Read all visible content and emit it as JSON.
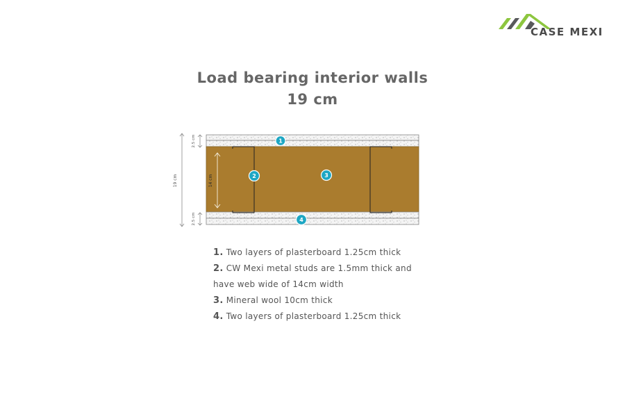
{
  "brand": {
    "name": "CASE MEXI",
    "colors": {
      "green": "#8dc63f",
      "grey": "#58595b"
    }
  },
  "title": {
    "line1": "Load bearing interior walls",
    "line2": "19 cm"
  },
  "diagram": {
    "dimensions": {
      "total": "19 cm",
      "top_board": "2.5 cm",
      "bottom_board": "2.5 cm",
      "stud": "14 cm"
    },
    "markers": [
      "1",
      "2",
      "3",
      "4"
    ],
    "colors": {
      "wool": "#a6792a",
      "board": "#f2f2f2",
      "marker": "#1ea7c4"
    }
  },
  "legend": {
    "items": [
      {
        "num": "1.",
        "text": "Two layers of plasterboard 1.25cm thick"
      },
      {
        "num": "2.",
        "text": "CW Mexi metal studs are 1.5mm thick and",
        "continuation": "have web wide of 14cm width"
      },
      {
        "num": "3.",
        "text": "Mineral wool 10cm thick"
      },
      {
        "num": "4.",
        "text": "Two layers of plasterboard 1.25cm thick"
      }
    ]
  }
}
